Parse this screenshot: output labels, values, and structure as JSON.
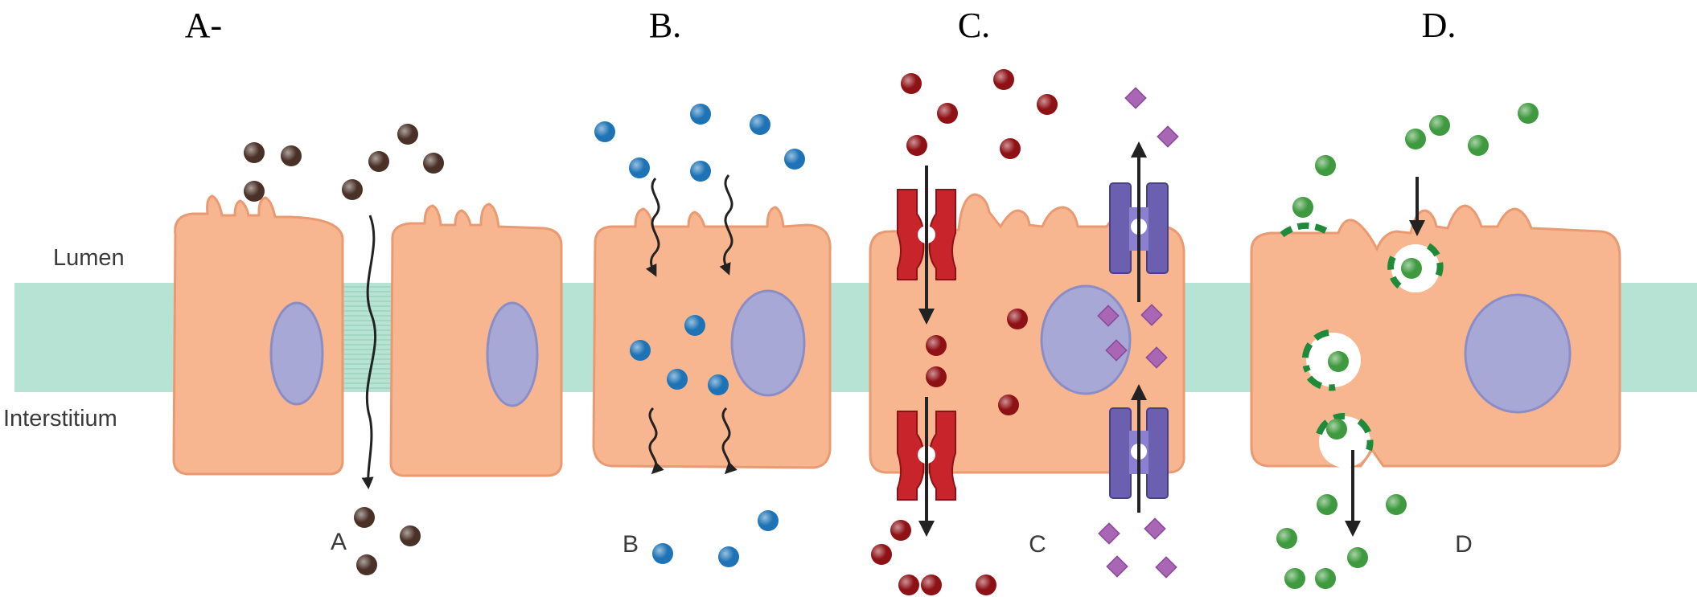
{
  "panels": [
    {
      "title": "A-",
      "letter": "A",
      "mechanism": "paracellular",
      "particle_color": "#4a3128"
    },
    {
      "title": "B.",
      "letter": "B",
      "mechanism": "diffusion",
      "particle_color": "#1d73b5"
    },
    {
      "title": "C.",
      "letter": "C",
      "mechanism": "transporter",
      "particle_color": "#8e1116",
      "particle_color_2": "#a866b5"
    },
    {
      "title": "D.",
      "letter": "D",
      "mechanism": "endocytosis",
      "particle_color": "#3f9a3f"
    }
  ],
  "labels": {
    "lumen": "Lumen",
    "interstitium": "Interstitium"
  },
  "colors": {
    "band": "#b6e3d3",
    "cell_fill": "#f8b690",
    "cell_stroke": "#e99a72",
    "nucleus_fill": "#a7a8d6",
    "nucleus_stroke": "#8b8dc4",
    "transporter_red": "#c8242b",
    "transporter_purple": "#6b5fb0",
    "vesicle_green": "#1f8a3a"
  }
}
